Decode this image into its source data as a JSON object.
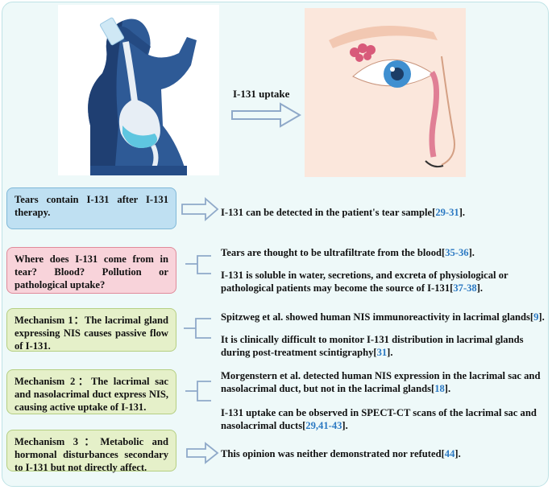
{
  "header": {
    "uptake_label": "I-131 uptake"
  },
  "rows": [
    {
      "box": "Tears contain I-131 after I-131 therapy.",
      "box_color": "#bfe0f2",
      "statements": [
        {
          "text": "I-131 can be detected in the patient's tear sample[",
          "ref": "29-31",
          "end": "]."
        }
      ]
    },
    {
      "box": "Where does I-131 come from in tear? Blood? Pollution or pathological uptake?",
      "box_color": "#f8d3da",
      "statements": [
        {
          "text": "Tears are thought to be ultrafiltrate from the blood[",
          "ref": "35-36",
          "end": "]."
        },
        {
          "text": "I-131 is soluble in water, secretions, and excreta of physiological or pathological patients may become the source of I-131[",
          "ref": "37-38",
          "end": "]."
        }
      ]
    },
    {
      "box": "Mechanism 1：The lacrimal gland expressing NIS causes passive flow of I-131.",
      "box_color": "#e5f0c9",
      "statements": [
        {
          "text": "Spitzweg et al. showed human NIS immunoreactivity in lacrimal glands[",
          "ref": "9",
          "end": "]."
        },
        {
          "text": "It is clinically difficult to monitor I-131 distribution in lacrimal glands during post-treatment scintigraphy[",
          "ref": "31",
          "end": "]."
        }
      ]
    },
    {
      "box": "Mechanism 2：The lacrimal sac and nasolacrimal duct express NIS, causing active uptake of I-131.",
      "box_color": "#e5f0c9",
      "statements": [
        {
          "text": "Morgenstern et al. detected human NIS expression in the lacrimal sac and nasolacrimal duct, but not in the lacrimal glands[",
          "ref": "18",
          "end": "]."
        },
        {
          "text": "I-131 uptake can be observed in SPECT-CT scans of the lacrimal sac and nasolacrimal ducts[",
          "ref": "29,41-43",
          "end": "]."
        }
      ]
    },
    {
      "box": "Mechanism 3：Metabolic and hormonal disturbances secondary to I-131 but not directly affect.",
      "box_color": "#e5f0c9",
      "statements": [
        {
          "text": "This opinion was neither demonstrated nor refuted[",
          "ref": "44",
          "end": "]."
        }
      ]
    }
  ],
  "colors": {
    "arrow": "#8fa9c9",
    "ref": "#2a78c2",
    "panel": "#eef9f9"
  }
}
